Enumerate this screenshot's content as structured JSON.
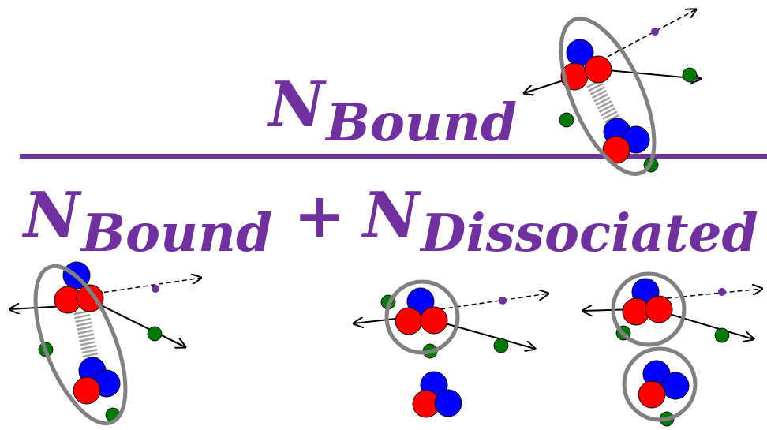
{
  "diagram": {
    "labels": [
      "N",
      "Bound",
      "N",
      "Bound",
      "+",
      "N",
      "Dissociated"
    ]
  }
}
